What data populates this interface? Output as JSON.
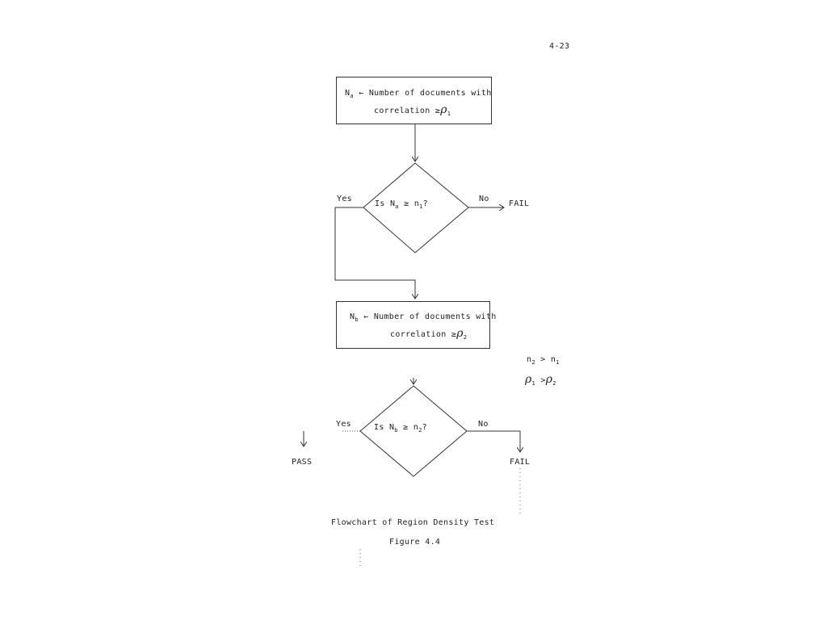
{
  "page_number": "4-23",
  "box1": {
    "var": "N",
    "var_sub": "a",
    "arrow": "←",
    "line1": "Number of documents with",
    "line2": "correlation",
    "geq": "≥",
    "rho": "ρ",
    "rho_sub": "1"
  },
  "decision1": {
    "text_prefix": "Is N",
    "var_sub": "a",
    "geq": "≥",
    "n": "n",
    "n_sub": "1",
    "q": "?",
    "yes_label": "Yes",
    "no_label": "No",
    "no_target": "FAIL"
  },
  "box2": {
    "var": "N",
    "var_sub": "b",
    "arrow": "←",
    "line1": "Number of documents with",
    "line2": "correlation",
    "geq": "≥",
    "rho": "ρ",
    "rho_sub": "2"
  },
  "conditions": {
    "line1_a": "n",
    "line1_a_sub": "2",
    "line1_op": ">",
    "line1_b": "n",
    "line1_b_sub": "1",
    "line2_a": "ρ",
    "line2_a_sub": "1",
    "line2_op": ">",
    "line2_b": "ρ",
    "line2_b_sub": "2"
  },
  "decision2": {
    "text_prefix": "Is N",
    "var_sub": "b",
    "geq": "≥",
    "n": "n",
    "n_sub": "2",
    "q": "?",
    "yes_label": "Yes",
    "yes_target": "PASS",
    "no_label": "No",
    "no_target": "FAIL"
  },
  "caption": {
    "title": "Flowchart of Region Density Test",
    "figure": "Figure 4.4"
  }
}
